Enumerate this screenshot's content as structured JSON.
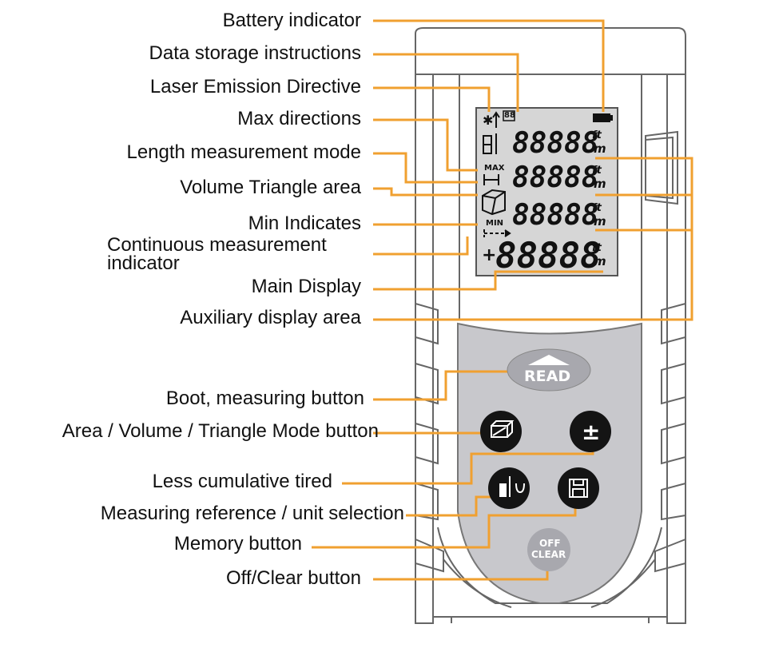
{
  "labels": {
    "battery": "Battery indicator",
    "data_storage": "Data storage instructions",
    "laser": "Laser Emission Directive",
    "max": "Max directions",
    "length": "Length measurement mode",
    "volume": "Volume Triangle area",
    "min": "Min Indicates",
    "continuous_1": "Continuous measurement",
    "continuous_2": "indicator",
    "main_display": "Main Display",
    "auxiliary": "Auxiliary display area",
    "boot": "Boot, measuring button",
    "area_mode": "Area / Volume / Triangle Mode button",
    "less": "Less cumulative tired",
    "reference": "Measuring reference / unit selection",
    "memory": "Memory button",
    "off_clear": "Off/Clear button"
  },
  "lcd": {
    "digits": "88888",
    "main_digits": "88888",
    "max_label": "MAX",
    "min_label": "MIN",
    "unit_m": "m",
    "unit_ft": "ft",
    "plus_sign": "+",
    "storage_digits": "88"
  },
  "buttons": {
    "read": "READ",
    "off": "OFF",
    "clear": "CLEAR",
    "plus_minus": "±"
  },
  "colors": {
    "leader": "#f0a030",
    "device_body": "#ffffff",
    "keypad": "#c8c8cc",
    "screen": "#d6d6d6",
    "button_dark": "#141414"
  }
}
